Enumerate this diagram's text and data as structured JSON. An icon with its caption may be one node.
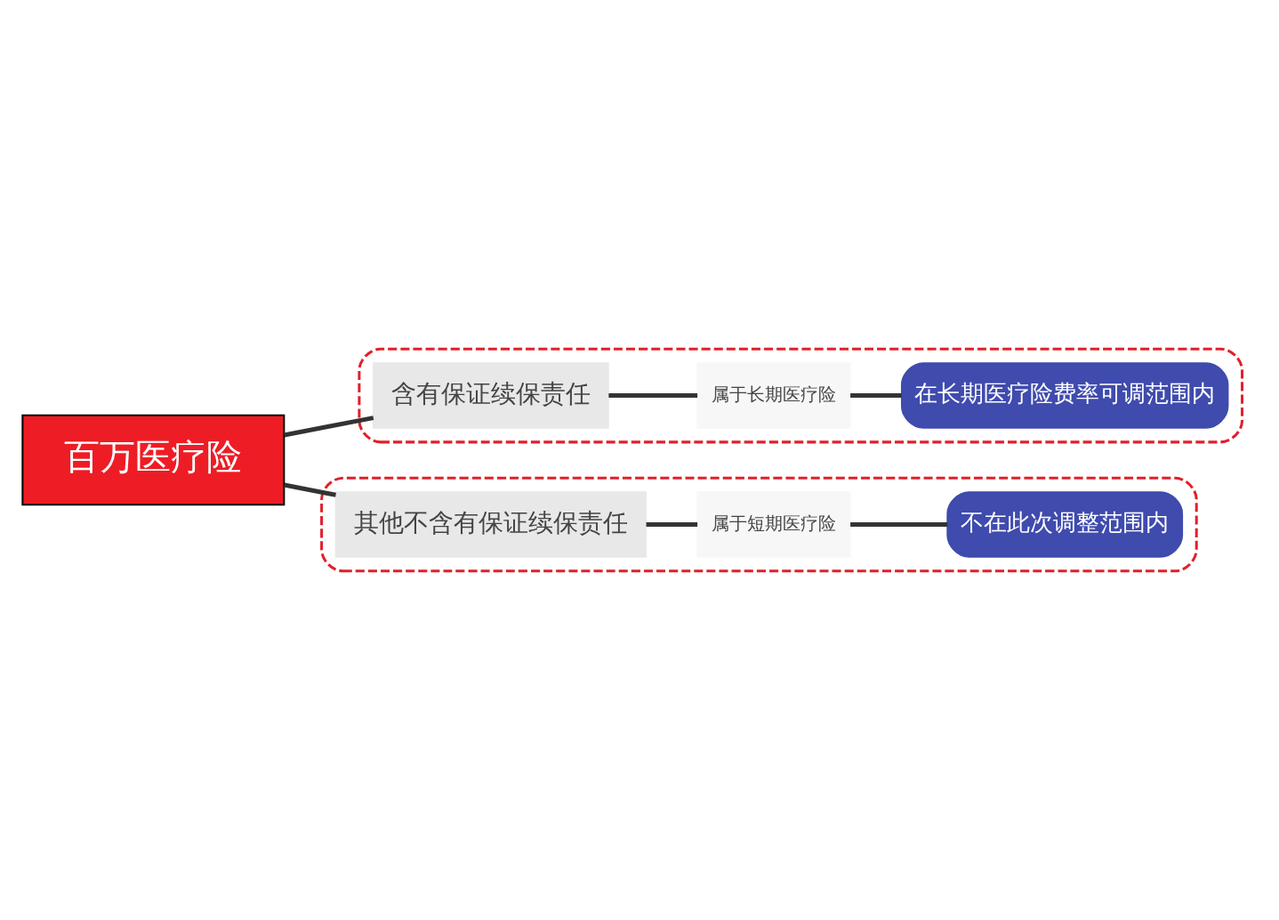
{
  "diagram": {
    "nodes": [
      {
        "text": [
          "百万医疗险"
        ]
      },
      {
        "text": [],
        "shape": "box"
      },
      {
        "text": [
          "含有保证续保责任"
        ],
        "in": 1
      },
      {
        "text": [
          "属于长期医疗险"
        ],
        "in": 1
      },
      {
        "text": [
          "在长期医疗险费率可调范围内"
        ],
        "in": 1
      },
      {
        "text": [],
        "shape": "box"
      },
      {
        "text": [
          "其他不含有保证续保责任"
        ],
        "in": 5
      },
      {
        "text": [
          "属于短期医疗险"
        ],
        "in": 5
      },
      {
        "text": [
          "不在此次调整范围内"
        ],
        "in": 5
      }
    ],
    "edges": [
      {
        "from": 0,
        "to": 2,
        "arrow": "none"
      },
      {
        "from": 2,
        "to": 3,
        "arrow": "none"
      },
      {
        "from": 3,
        "to": 4,
        "arrow": "none"
      },
      {
        "from": 0,
        "to": 6,
        "arrow": "none"
      },
      {
        "from": 6,
        "to": 7,
        "arrow": "none"
      },
      {
        "from": 7,
        "to": 8,
        "arrow": "none"
      }
    ]
  }
}
